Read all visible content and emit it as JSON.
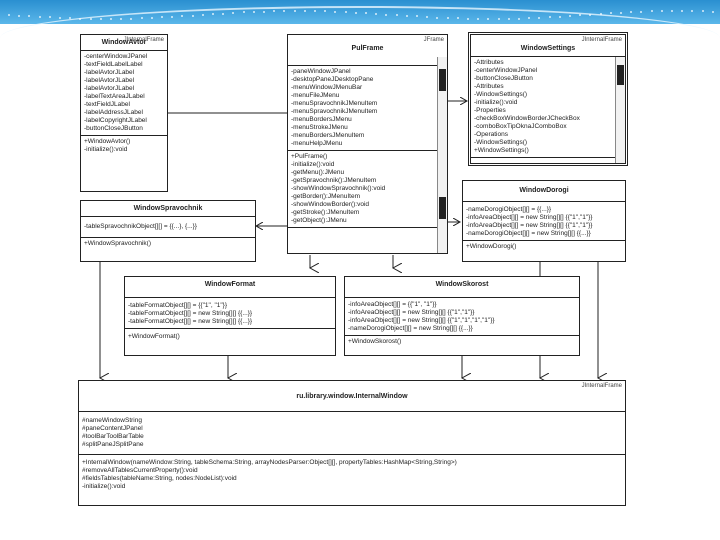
{
  "classes": {
    "window_avtor": {
      "stereotype": "JInternalFrame",
      "name": "WindowAvtor",
      "attributes": [
        "-centerWindowJPanel",
        "-textFieldLabelLabel",
        "-labelAvtorJLabel",
        "-labelAvtorJLabel",
        "-labelAvtorJLabel",
        "-labelTextAreaJLabel",
        "-textFieldJLabel",
        "-labelAddressJLabel",
        "-labelCopyrightJLabel",
        "-buttonCloseJButton"
      ],
      "methods": [
        "+WindowAvtor()",
        "-initialize():void"
      ]
    },
    "pul_frame": {
      "stereotype": "JFrame",
      "name": "PulFrame",
      "attributes": [
        "-paneWindowJPanel",
        "-desktopPaneJDesktopPane",
        "-menuWindowJMenuBar",
        "-menuFileJMenu",
        "-menuSpravochnikJMenuItem",
        "-menuSpravochnikJMenuItem",
        "-menuBordersJMenu",
        "-menuStrokeJMenu",
        "-menuBordersJMenuItem",
        "-menuHelpJMenu"
      ],
      "methods": [
        "+PulFrame()",
        "-initialize():void",
        "-getMenu():JMenu",
        "-getSpravochnik():JMenuItem",
        "-showWindowSpravochnik():void",
        "-getBorder():JMenuItem",
        "-showWindowBorder():void",
        "-getStroke():JMenuItem",
        "-getObject():JMenu"
      ]
    },
    "window_settings": {
      "stereotype": "JInternalFrame",
      "name": "WindowSettings",
      "attributes": [
        "-Attributes",
        "-centerWindowJPanel",
        "-buttonCloseJButton",
        "-Attributes",
        "-WindowSettings()",
        "-initialize():void",
        "-Properties",
        "-checkBoxWindowBorderJCheckBox",
        "-comboBoxTipOknaJComboBox",
        "-Operations",
        "-WindowSettings()",
        "+WindowSettings()"
      ],
      "methods": []
    },
    "window_spravochnik": {
      "stereotype": "",
      "name": "WindowSpravochnik",
      "attributes": [
        "-tableSpravochnikObject[][] = {{...}, {...}}"
      ],
      "methods": [
        "+WindowSpravochnik()"
      ]
    },
    "window_dorogi": {
      "stereotype": "",
      "name": "WindowDorogi",
      "attributes": [
        "-nameDorogiObject[][] = {{...}}",
        "-infoAreaObject[][] = new String[][] {{\"1\",\"1\"}}",
        "-infoAreaObject[][] = new String[][] {{\"1\",\"1\"}}",
        "-nameDorogiObject[][] = new String[][] {{...}}"
      ],
      "methods": [
        "+WindowDorogi()"
      ]
    },
    "window_format": {
      "stereotype": "",
      "name": "WindowFormat",
      "attributes": [
        "-tableFormatObject[][] = {{\"1\", \"1\"}}",
        "-tableFormatObject[][] = new String[][] {{...}}",
        "-tableFormatObject[][] = new String[][] {{...}}"
      ],
      "methods": [
        "+WindowFormat()"
      ]
    },
    "window_skorost": {
      "stereotype": "",
      "name": "WindowSkorost",
      "attributes": [
        "-infoAreaObject[][] = {{\"1\", \"1\"}}",
        "-infoAreaObject[][] = new String[][] {{\"1\",\"1\"}}",
        "-infoAreaObject[][] = new String[][] {{\"1\",\"1\",\"1\",\"1\"}}",
        "-nameDorogiObject[][] = new String[][] {{...}}"
      ],
      "methods": [
        "+WindowSkorost()"
      ]
    },
    "internal_window": {
      "stereotype": "JInternalFrame",
      "name": "ru.library.window.InternalWindow",
      "attributes": [
        "#nameWindowString",
        "#paneContentJPanel",
        "#toolBarToolBarTable",
        "#splitPaneJSplitPane"
      ],
      "methods": [
        "+InternalWindow(nameWindow:String, tableSchema:String, arrayNodesParser:Object[][], propertyTables:HashMap<String,String>)",
        "#removeAllTablesCurrentProperty():void",
        "#fieldsTables(tableName:String, nodes:NodeList):void",
        "-initialize():void"
      ]
    }
  }
}
